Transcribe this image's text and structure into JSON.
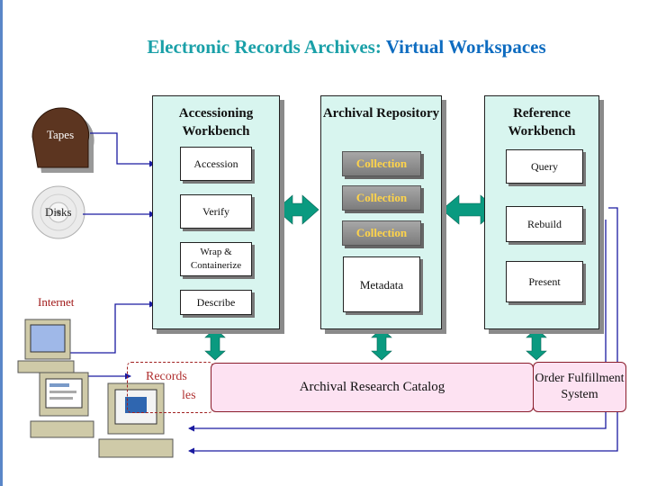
{
  "title": {
    "part1": "Electronic Records Archives: ",
    "part2": "Virtual Workspaces"
  },
  "sources": {
    "tapes": "Tapes",
    "disks": "Disks",
    "internet": "Internet"
  },
  "accessioning": {
    "title": "Accessioning Workbench",
    "items": [
      "Accession",
      "Verify",
      "Wrap & Containerize",
      "Describe"
    ]
  },
  "repository": {
    "title": "Archival Repository",
    "collections": [
      "Collection",
      "Collection",
      "Collection"
    ],
    "metadata": "Metadata"
  },
  "reference": {
    "title": "Reference Workbench",
    "items": [
      "Query",
      "Rebuild",
      "Present"
    ]
  },
  "catalog": "Archival Research Catalog",
  "order": "Order Fulfillment System",
  "records": {
    "line1": "Records",
    "line2": "les"
  },
  "colors": {
    "title_part1": "#1aa0a8",
    "title_part2": "#0e6cc0",
    "panel_fill": "#d8f5ef",
    "arrow_teal": "#0a9a80",
    "connector": "#1a1aa0",
    "catalog_fill": "#fde2f2",
    "collection_text": "#ffd44a"
  },
  "icons": [
    "tape-reel-icon",
    "cd-disk-icon",
    "desktop-computer-icon",
    "era-computer-icon"
  ]
}
